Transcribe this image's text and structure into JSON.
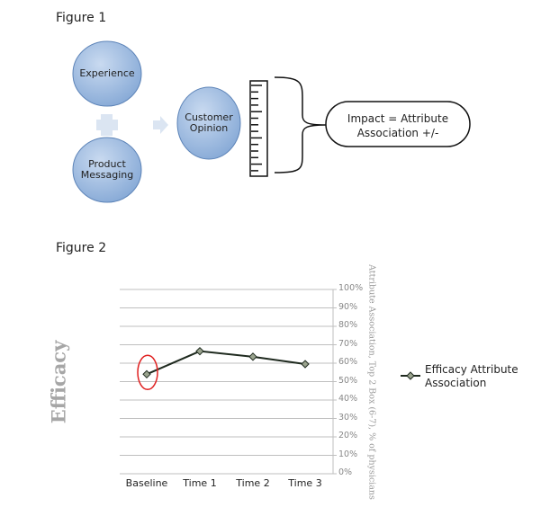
{
  "figure1": {
    "title": "Figure 1",
    "nodes": {
      "experience": "Experience",
      "product_line1": "Product",
      "product_line2": "Messaging",
      "customer_line1": "Customer",
      "customer_line2": "Opinion"
    },
    "impact_line1": "Impact = Attribute",
    "impact_line2": "Association +/-"
  },
  "figure2": {
    "title": "Figure 2",
    "side_label": "Efficacy"
  },
  "chart_data": {
    "type": "line",
    "categories": [
      "Baseline",
      "Time 1",
      "Time 2",
      "Time 3"
    ],
    "series": [
      {
        "name": "Efficacy Attribute Association",
        "values": [
          54,
          66.5,
          63.5,
          59.5
        ]
      }
    ],
    "ylabel": "Attribute Association, Top 2 Box (6-7), % of physicians",
    "ylim": [
      0,
      100
    ],
    "yticks": [
      "0%",
      "10%",
      "20%",
      "30%",
      "40%",
      "50%",
      "60%",
      "70%",
      "80%",
      "90%",
      "100%"
    ],
    "legend_line1": "Efficacy Attribute",
    "legend_line2": "Association",
    "legend_position": "right",
    "highlighted_category": "Baseline",
    "colors": {
      "line": "#1f2a1f",
      "marker": "#9aa38e",
      "highlight": "#e02020",
      "grid": "#bfbfbf"
    }
  }
}
